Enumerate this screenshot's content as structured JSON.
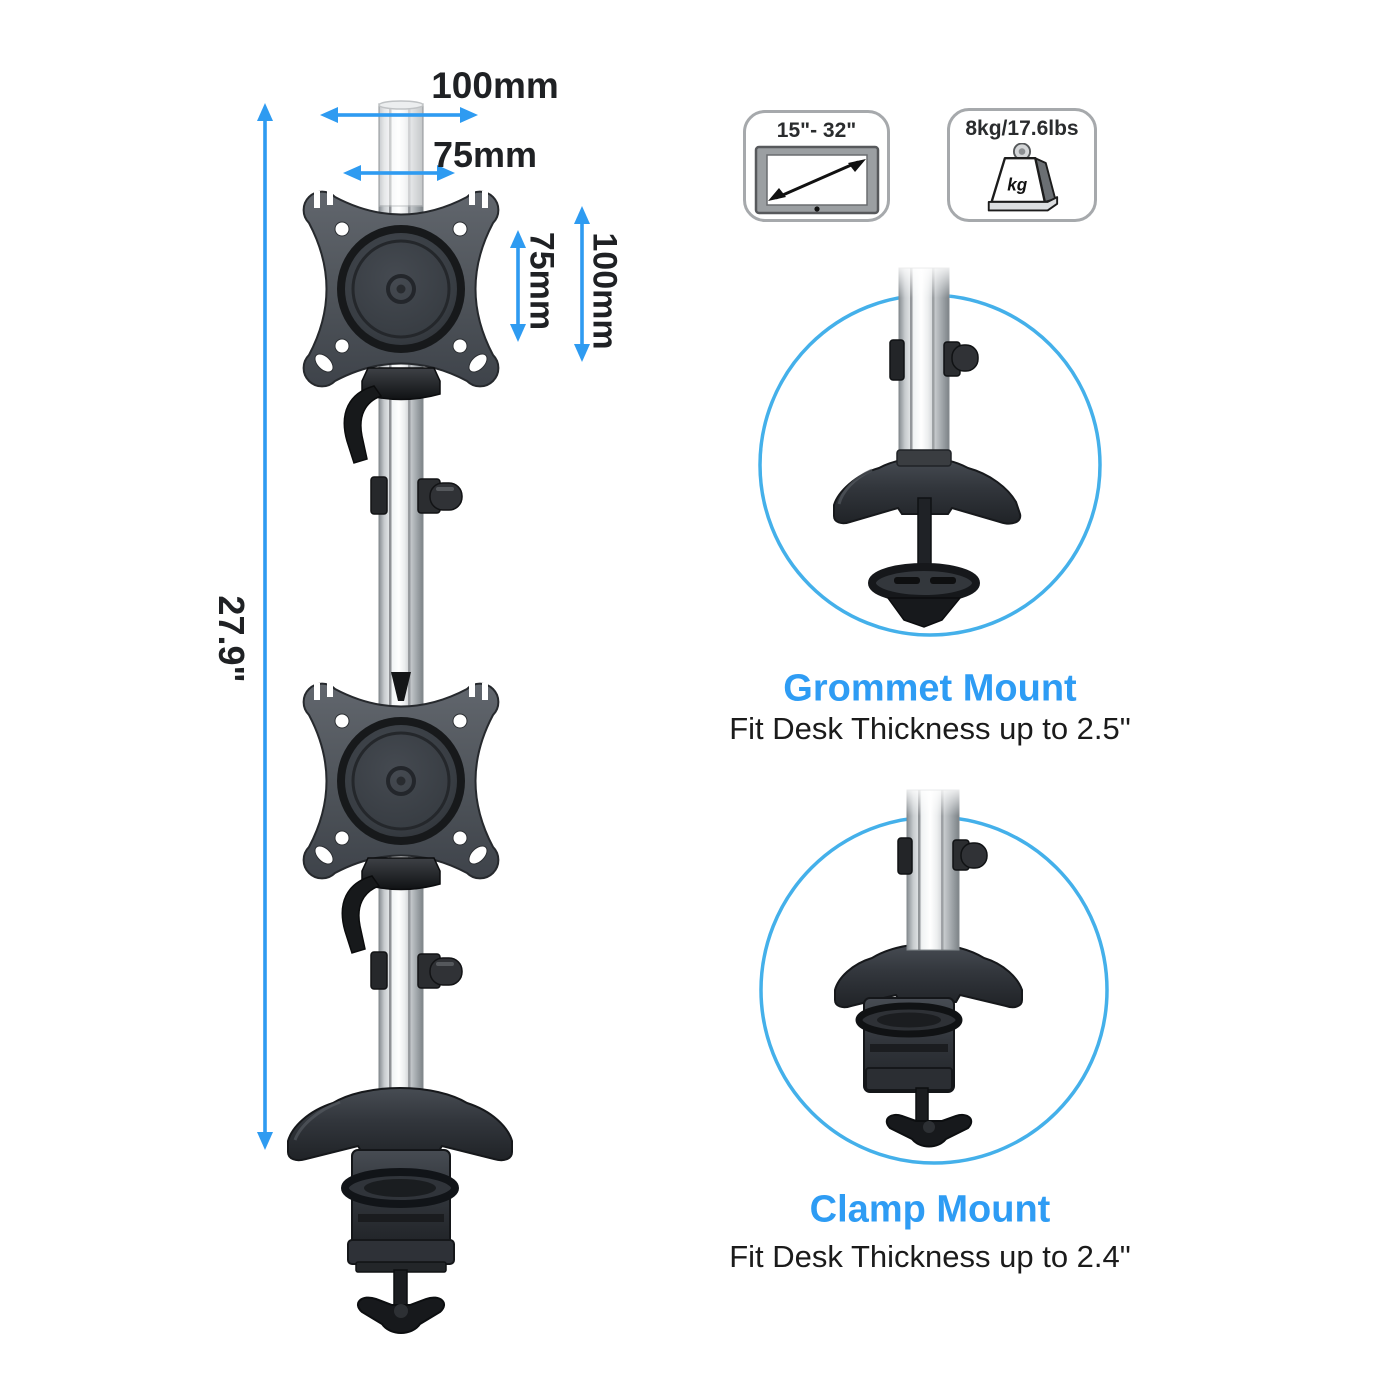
{
  "product": {
    "name": "dual-vertical-monitor-desk-mount-diagram"
  },
  "colors": {
    "accent_blue": "#2e9bf1",
    "title_blue": "#2e9cf4",
    "circle_blue": "#44b0ea",
    "text_dark": "#1f2124"
  },
  "dimensions": {
    "vesa_width_large": "100mm",
    "vesa_width_small": "75mm",
    "vesa_height_small": "75mm",
    "vesa_height_large": "100mm",
    "total_height": "27.9\""
  },
  "badges": {
    "screen_size": {
      "label": "15\"- 32\""
    },
    "max_weight": {
      "label": "8kg/17.6lbs",
      "unit_label": "kg"
    }
  },
  "mounts": {
    "grommet": {
      "title": "Grommet Mount",
      "subtitle": "Fit Desk Thickness up to 2.5\""
    },
    "clamp": {
      "title": "Clamp Mount",
      "subtitle": "Fit Desk Thickness up to 2.4\""
    }
  }
}
